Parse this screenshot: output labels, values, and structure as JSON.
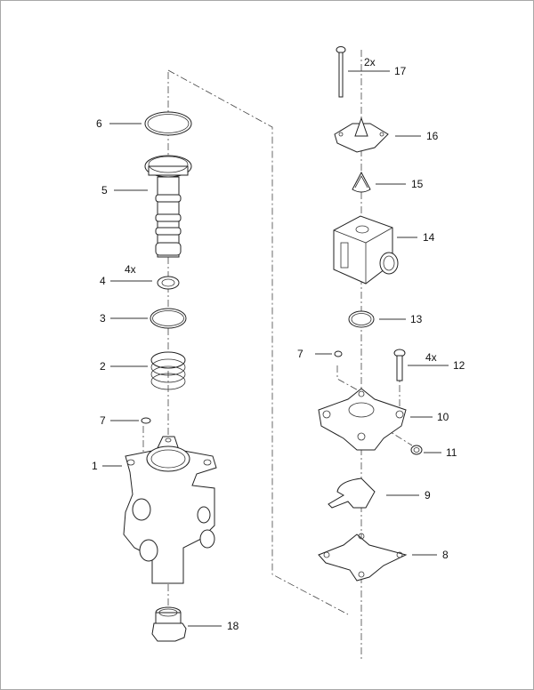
{
  "diagram": {
    "type": "exploded-parts-view",
    "callouts": [
      {
        "id": "callout-6",
        "number": "6",
        "qty": ""
      },
      {
        "id": "callout-5",
        "number": "5",
        "qty": ""
      },
      {
        "id": "callout-4",
        "number": "4",
        "qty": "4x"
      },
      {
        "id": "callout-3",
        "number": "3",
        "qty": ""
      },
      {
        "id": "callout-2",
        "number": "2",
        "qty": ""
      },
      {
        "id": "callout-7a",
        "number": "7",
        "qty": ""
      },
      {
        "id": "callout-1",
        "number": "1",
        "qty": ""
      },
      {
        "id": "callout-18",
        "number": "18",
        "qty": ""
      },
      {
        "id": "callout-17",
        "number": "17",
        "qty": "2x"
      },
      {
        "id": "callout-16",
        "number": "16",
        "qty": ""
      },
      {
        "id": "callout-15",
        "number": "15",
        "qty": ""
      },
      {
        "id": "callout-14",
        "number": "14",
        "qty": ""
      },
      {
        "id": "callout-13",
        "number": "13",
        "qty": ""
      },
      {
        "id": "callout-7b",
        "number": "7",
        "qty": ""
      },
      {
        "id": "callout-12",
        "number": "12",
        "qty": "4x"
      },
      {
        "id": "callout-10",
        "number": "10",
        "qty": ""
      },
      {
        "id": "callout-11",
        "number": "11",
        "qty": ""
      },
      {
        "id": "callout-9",
        "number": "9",
        "qty": ""
      },
      {
        "id": "callout-8",
        "number": "8",
        "qty": ""
      }
    ]
  }
}
